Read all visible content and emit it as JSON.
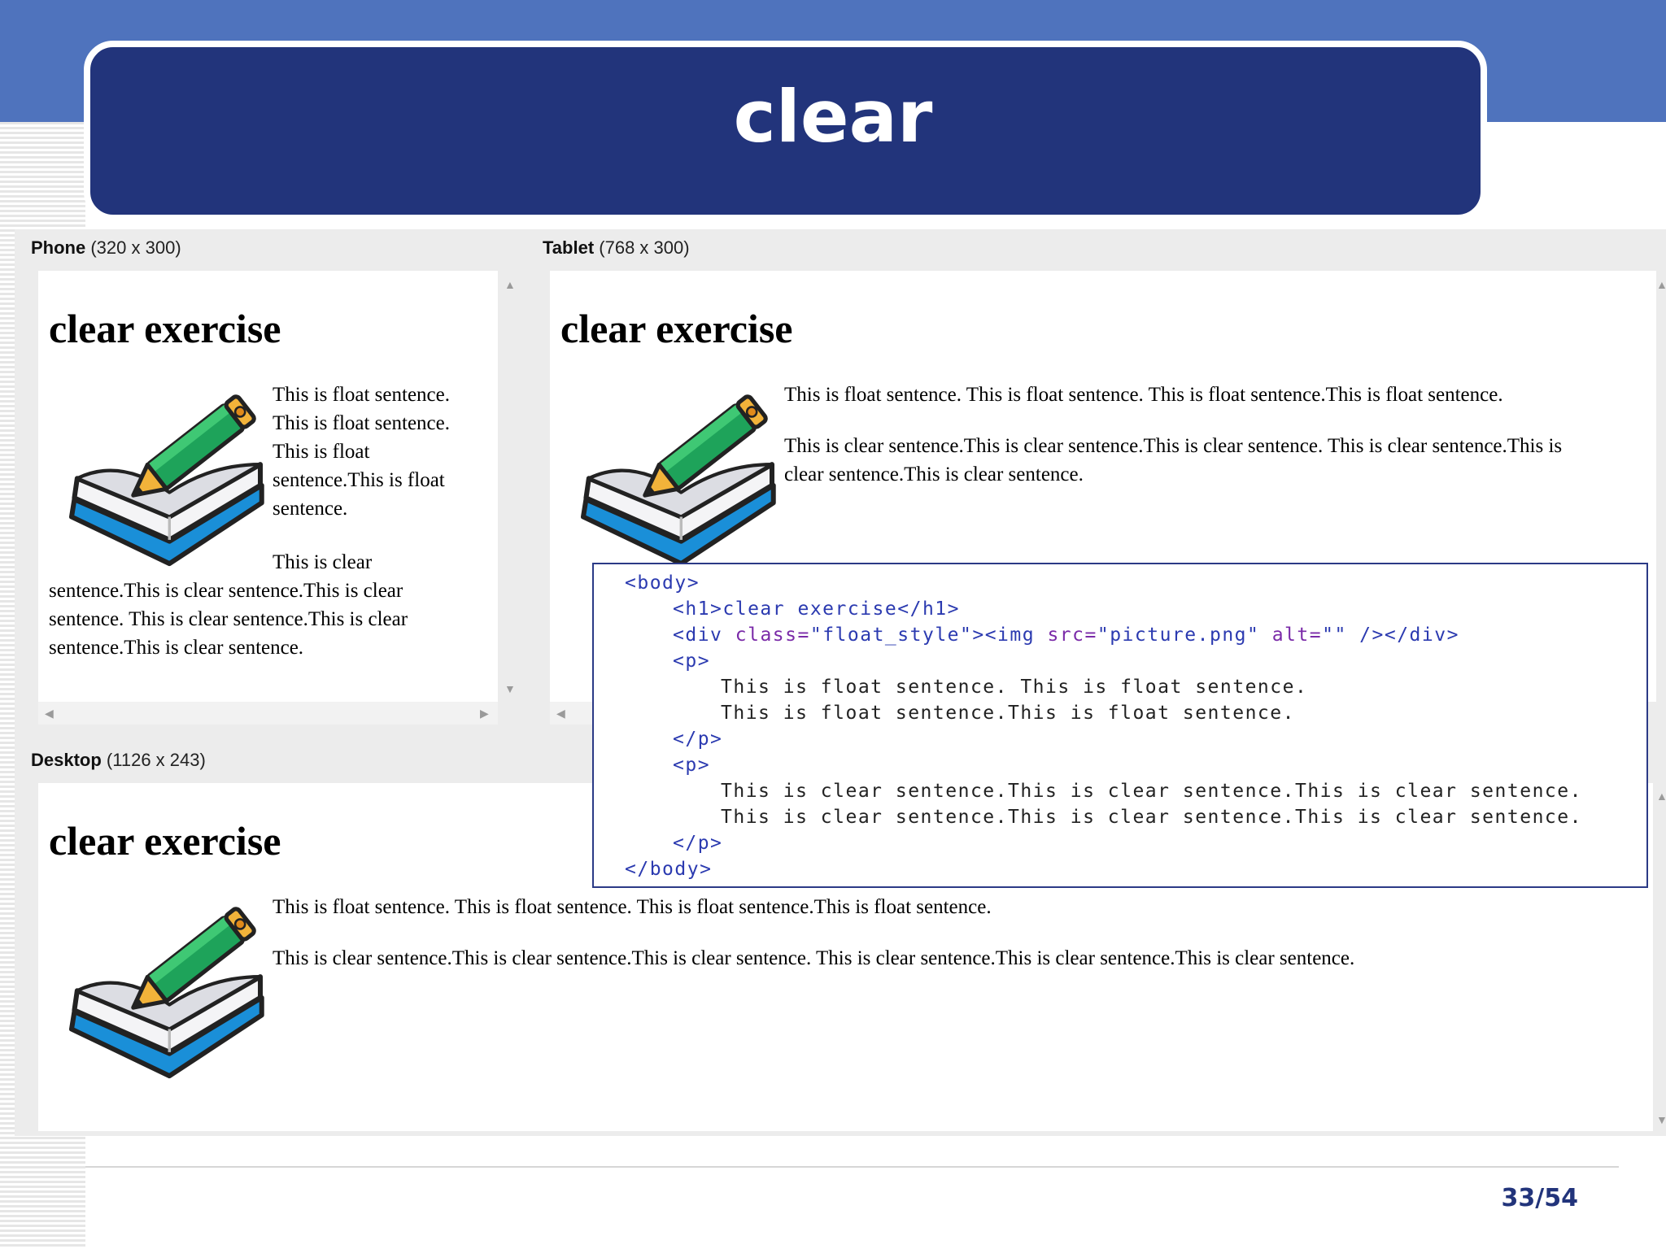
{
  "slide": {
    "title": "clear",
    "page_number": "33/54"
  },
  "viewports": {
    "phone": {
      "name": "Phone",
      "size": "(320 x 300)"
    },
    "tablet": {
      "name": "Tablet",
      "size": "(768 x 300)"
    },
    "desktop": {
      "name": "Desktop",
      "size": "(1126 x 243)"
    }
  },
  "page": {
    "heading": "clear exercise",
    "float_text": "This is float sentence. This is float sentence. This is float sentence.This is float sentence.",
    "clear_text": "This is clear sentence.This is clear sentence.This is clear sentence. This is clear sentence.This is clear sentence.This is clear sentence.",
    "image_icon": "book-pencil-icon"
  },
  "phone_lines": {
    "float": [
      "This is float sentence.",
      "This is float sentence.",
      "This is float",
      "sentence.This is float",
      "sentence."
    ],
    "clear_first": "This is clear",
    "clear": [
      "sentence.This is clear sentence.This is clear",
      "sentence. This is clear sentence.This is clear",
      "sentence.This is clear sentence."
    ]
  },
  "tablet_lines": {
    "float": "This is float sentence. This is float sentence. This is float sentence.This is float sentence.",
    "clear": [
      "This is clear sentence.This is clear sentence.This is clear sentence. This is clear sentence.This is",
      "clear sentence.This is clear sentence."
    ]
  },
  "code": {
    "body_open": "<body>",
    "h1": "<h1>clear exercise</h1>",
    "div_open": "<div ",
    "div_attr1": "class=",
    "div_val1": "\"float_style\"",
    "div_mid": "><img ",
    "div_attr2": "src=",
    "div_val2": "\"picture.png\"",
    "div_attr3": " alt=",
    "div_val3": "\"\"",
    "div_close": " /></div>",
    "p_open_1": "<p>",
    "float_line_1": "This is float sentence. This is float sentence.",
    "float_line_2": "This is float sentence.This is float sentence.",
    "p_close_1": "</p>",
    "p_open_2": "<p>",
    "clear_line_1": "This is clear sentence.This is clear sentence.This is clear sentence.",
    "clear_line_2": "This is clear sentence.This is clear sentence.This is clear sentence.",
    "p_close_2": "</p>",
    "body_close": "</body>"
  },
  "colors": {
    "title_bg": "#22347b",
    "top_band": "#4f73bd",
    "code_tag": "#2b3ab0",
    "code_attr": "#7a2aa8"
  }
}
